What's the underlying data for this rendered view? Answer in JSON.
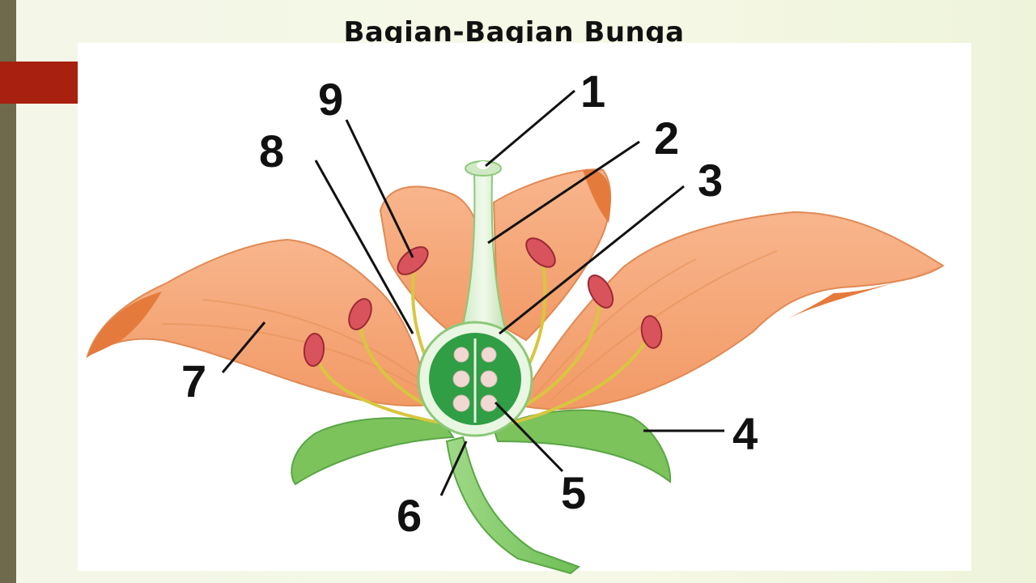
{
  "title": "Bagian-Bagian Bunga",
  "labels": {
    "l1": "1",
    "l2": "2",
    "l3": "3",
    "l4": "4",
    "l5": "5",
    "l6": "6",
    "l7": "7",
    "l8": "8",
    "l9": "9"
  },
  "colors": {
    "petal": "#f4a77a",
    "petal_dark": "#e07a3e",
    "sepal": "#7cc35c",
    "stem": "#8ccf73",
    "ovary": "#2f9e44",
    "anther": "#d9535d",
    "filament": "#d8c640",
    "accent_bar": "#a8200f"
  }
}
